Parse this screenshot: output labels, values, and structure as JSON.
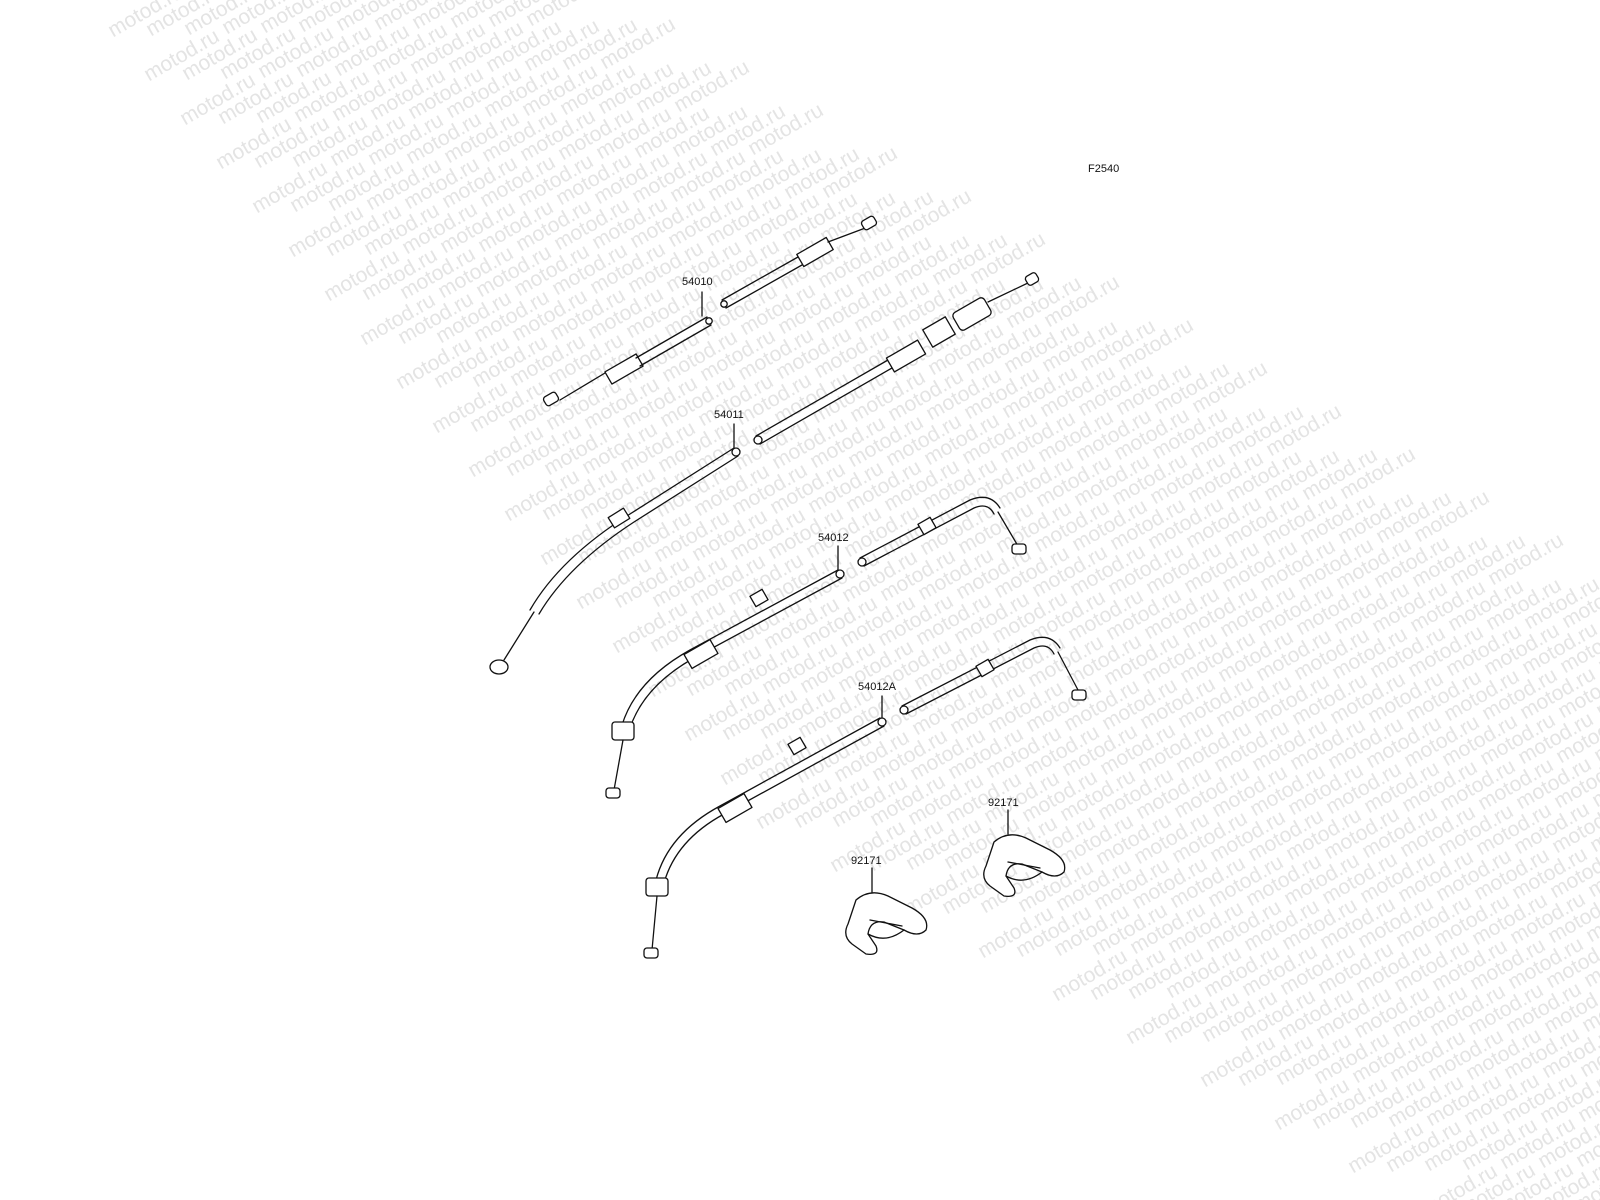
{
  "diagram": {
    "code": "F2540",
    "watermark": "motod.ru",
    "parts": [
      {
        "id": "cable-54010",
        "number": "54010"
      },
      {
        "id": "cable-54011",
        "number": "54011"
      },
      {
        "id": "cable-54012",
        "number": "54012"
      },
      {
        "id": "cable-54012a",
        "number": "54012A"
      },
      {
        "id": "clamp-left",
        "number": "92171"
      },
      {
        "id": "clamp-right",
        "number": "92171"
      }
    ]
  }
}
